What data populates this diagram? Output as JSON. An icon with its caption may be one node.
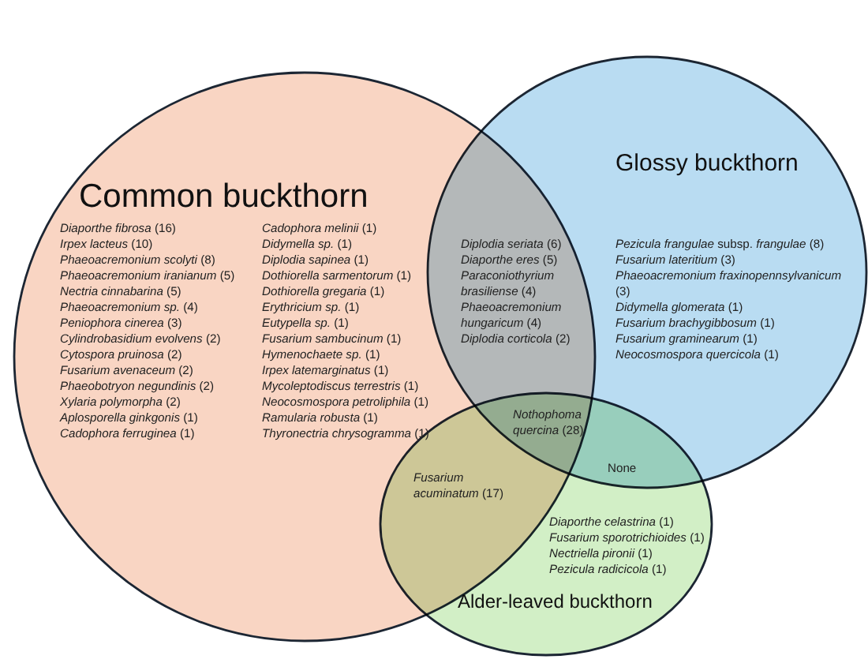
{
  "diagram": {
    "nodes": [
      {
        "text": [
          "Common buckthorn"
        ]
      },
      {
        "text": [
          "Glossy buckthorn"
        ]
      },
      {
        "text": [
          "Alder-leaved buckthorn"
        ]
      }
    ],
    "edges": [],
    "labels": [
      "*Diaporthe fibrosa* (16)",
      "*Irpex lacteus* (10)",
      "*Phaeoacremonium scolyti* (8)",
      "*Phaeoacremonium iranianum* (5)",
      "*Nectria cinnabarina* (5)",
      "*Phaeoacremonium sp.* (4)",
      "*Peniophora cinerea* (3)",
      "*Cylindrobasidium evolvens* (2)",
      "*Cytospora pruinosa* (2)",
      "*Fusarium avenaceum* (2)",
      "*Phaeobotryon negundinis* (2)",
      "*Xylaria polymorpha* (2)",
      "*Aplosporella ginkgonis* (1)",
      "*Cadophora ferruginea* (1)",
      "*Cadophora melinii* (1)",
      "*Didymella sp.* (1)",
      "*Diplodia sapinea* (1)",
      "*Dothiorella sarmentorum* (1)",
      "*Dothiorella gregaria* (1)",
      "*Erythricium sp.* (1)",
      "*Eutypella sp.* (1)",
      "*Fusarium sambucinum* (1)",
      "*Hymenochaete sp.* (1)",
      "*Irpex latemarginatus* (1)",
      "*Mycoleptodiscus terrestris* (1)",
      "*Neocosmospora petroliphila* (1)",
      "*Ramularia robusta* (1)",
      "*Thyronectria chrysogramma* (1)",
      "*Diplodia seriata* (6)",
      "*Diaporthe eres* (5)",
      "*Paraconiothyrium brasiliense* (4)",
      "*Phaeoacremonium hungaricum* (4)",
      "*Diplodia corticola* (2)",
      "*Pezicula frangulae* subsp. *frangulae* (8)",
      "*Fusarium lateritium* (3)",
      "*Phaeoacremonium fraxinopennsylvanicum* (3)",
      "*Didymella glomerata* (1)",
      "*Fusarium brachygibbosum* (1)",
      "*Fusarium graminearum* (1)",
      "*Neocosmospora quercicola* (1)",
      "*Nothophoma quercina* (28)",
      "None",
      "*Fusarium acuminatum* (17)",
      "*Diaporthe celastrina* (1)",
      "*Fusarium sporotrichioides* (1)",
      "*Nectriella pironii* (1)",
      "*Pezicula radicicola* (1)"
    ]
  }
}
